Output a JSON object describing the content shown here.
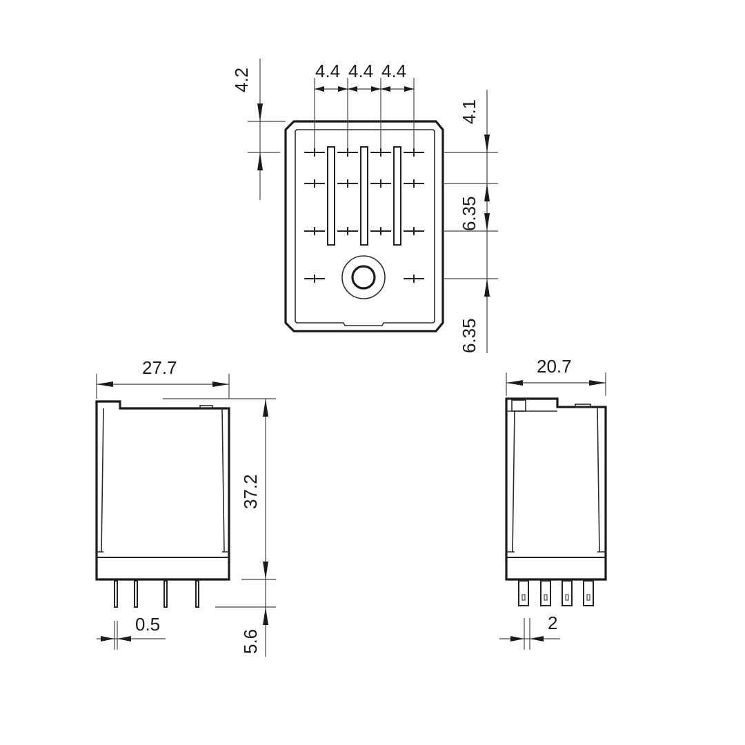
{
  "top_view": {
    "pitch_1": "4.4",
    "pitch_2": "4.4",
    "pitch_3": "4.4",
    "left_offset": "4.2",
    "right_top": "4.1",
    "row_pitch": "6.35",
    "bottom_pitch": "6.35"
  },
  "front_view": {
    "width": "27.7",
    "height": "37.2",
    "pin_thickness": "0.5",
    "pin_length": "5.6"
  },
  "side_view": {
    "width": "20.7",
    "pin_width": "2"
  }
}
